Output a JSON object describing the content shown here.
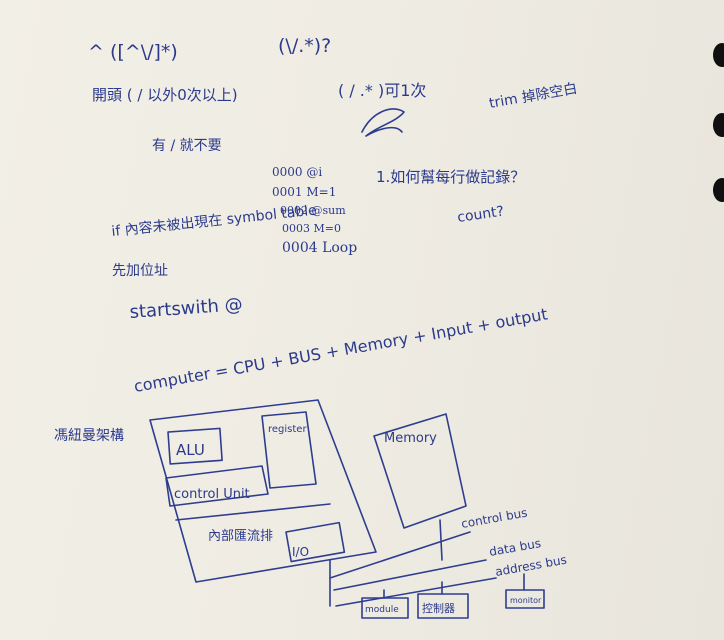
{
  "notes": {
    "regex_line1_a": "^ ([^\\/]*)",
    "regex_line1_b": "(\\/.*)?",
    "regex_line2_a": "開頭 ( / 以外0次以上)",
    "regex_line2_b": "( / .* )可1次",
    "trim_note": "trim 掉除空白",
    "has_slash": "有 / 就不要",
    "code_lines": [
      "0000 @i",
      "0001 M=1",
      "0002 @sum",
      "0003 M=0",
      "0004 Loop"
    ],
    "how_to_record": "1.如何幫每行做記錄？",
    "count_note": "count?",
    "symbol_table_note": "if 內容未被出現在 symbol table",
    "add_position": "先加位址",
    "startswith": "startswith @",
    "computer_eq": "computer = CPU + BUS + Memory + Input + output",
    "arch_title": "馮紐曼架構"
  },
  "diagram": {
    "alu": "ALU",
    "register": "register",
    "control_unit": "control Unit",
    "internal_bus": "內部匯流排",
    "io_label": "I/O",
    "memory": "Memory",
    "control_bus": "control bus",
    "data_bus": "data bus",
    "address_bus": "address bus",
    "module1": "module",
    "controller": "控制器",
    "module2": "monitor"
  }
}
